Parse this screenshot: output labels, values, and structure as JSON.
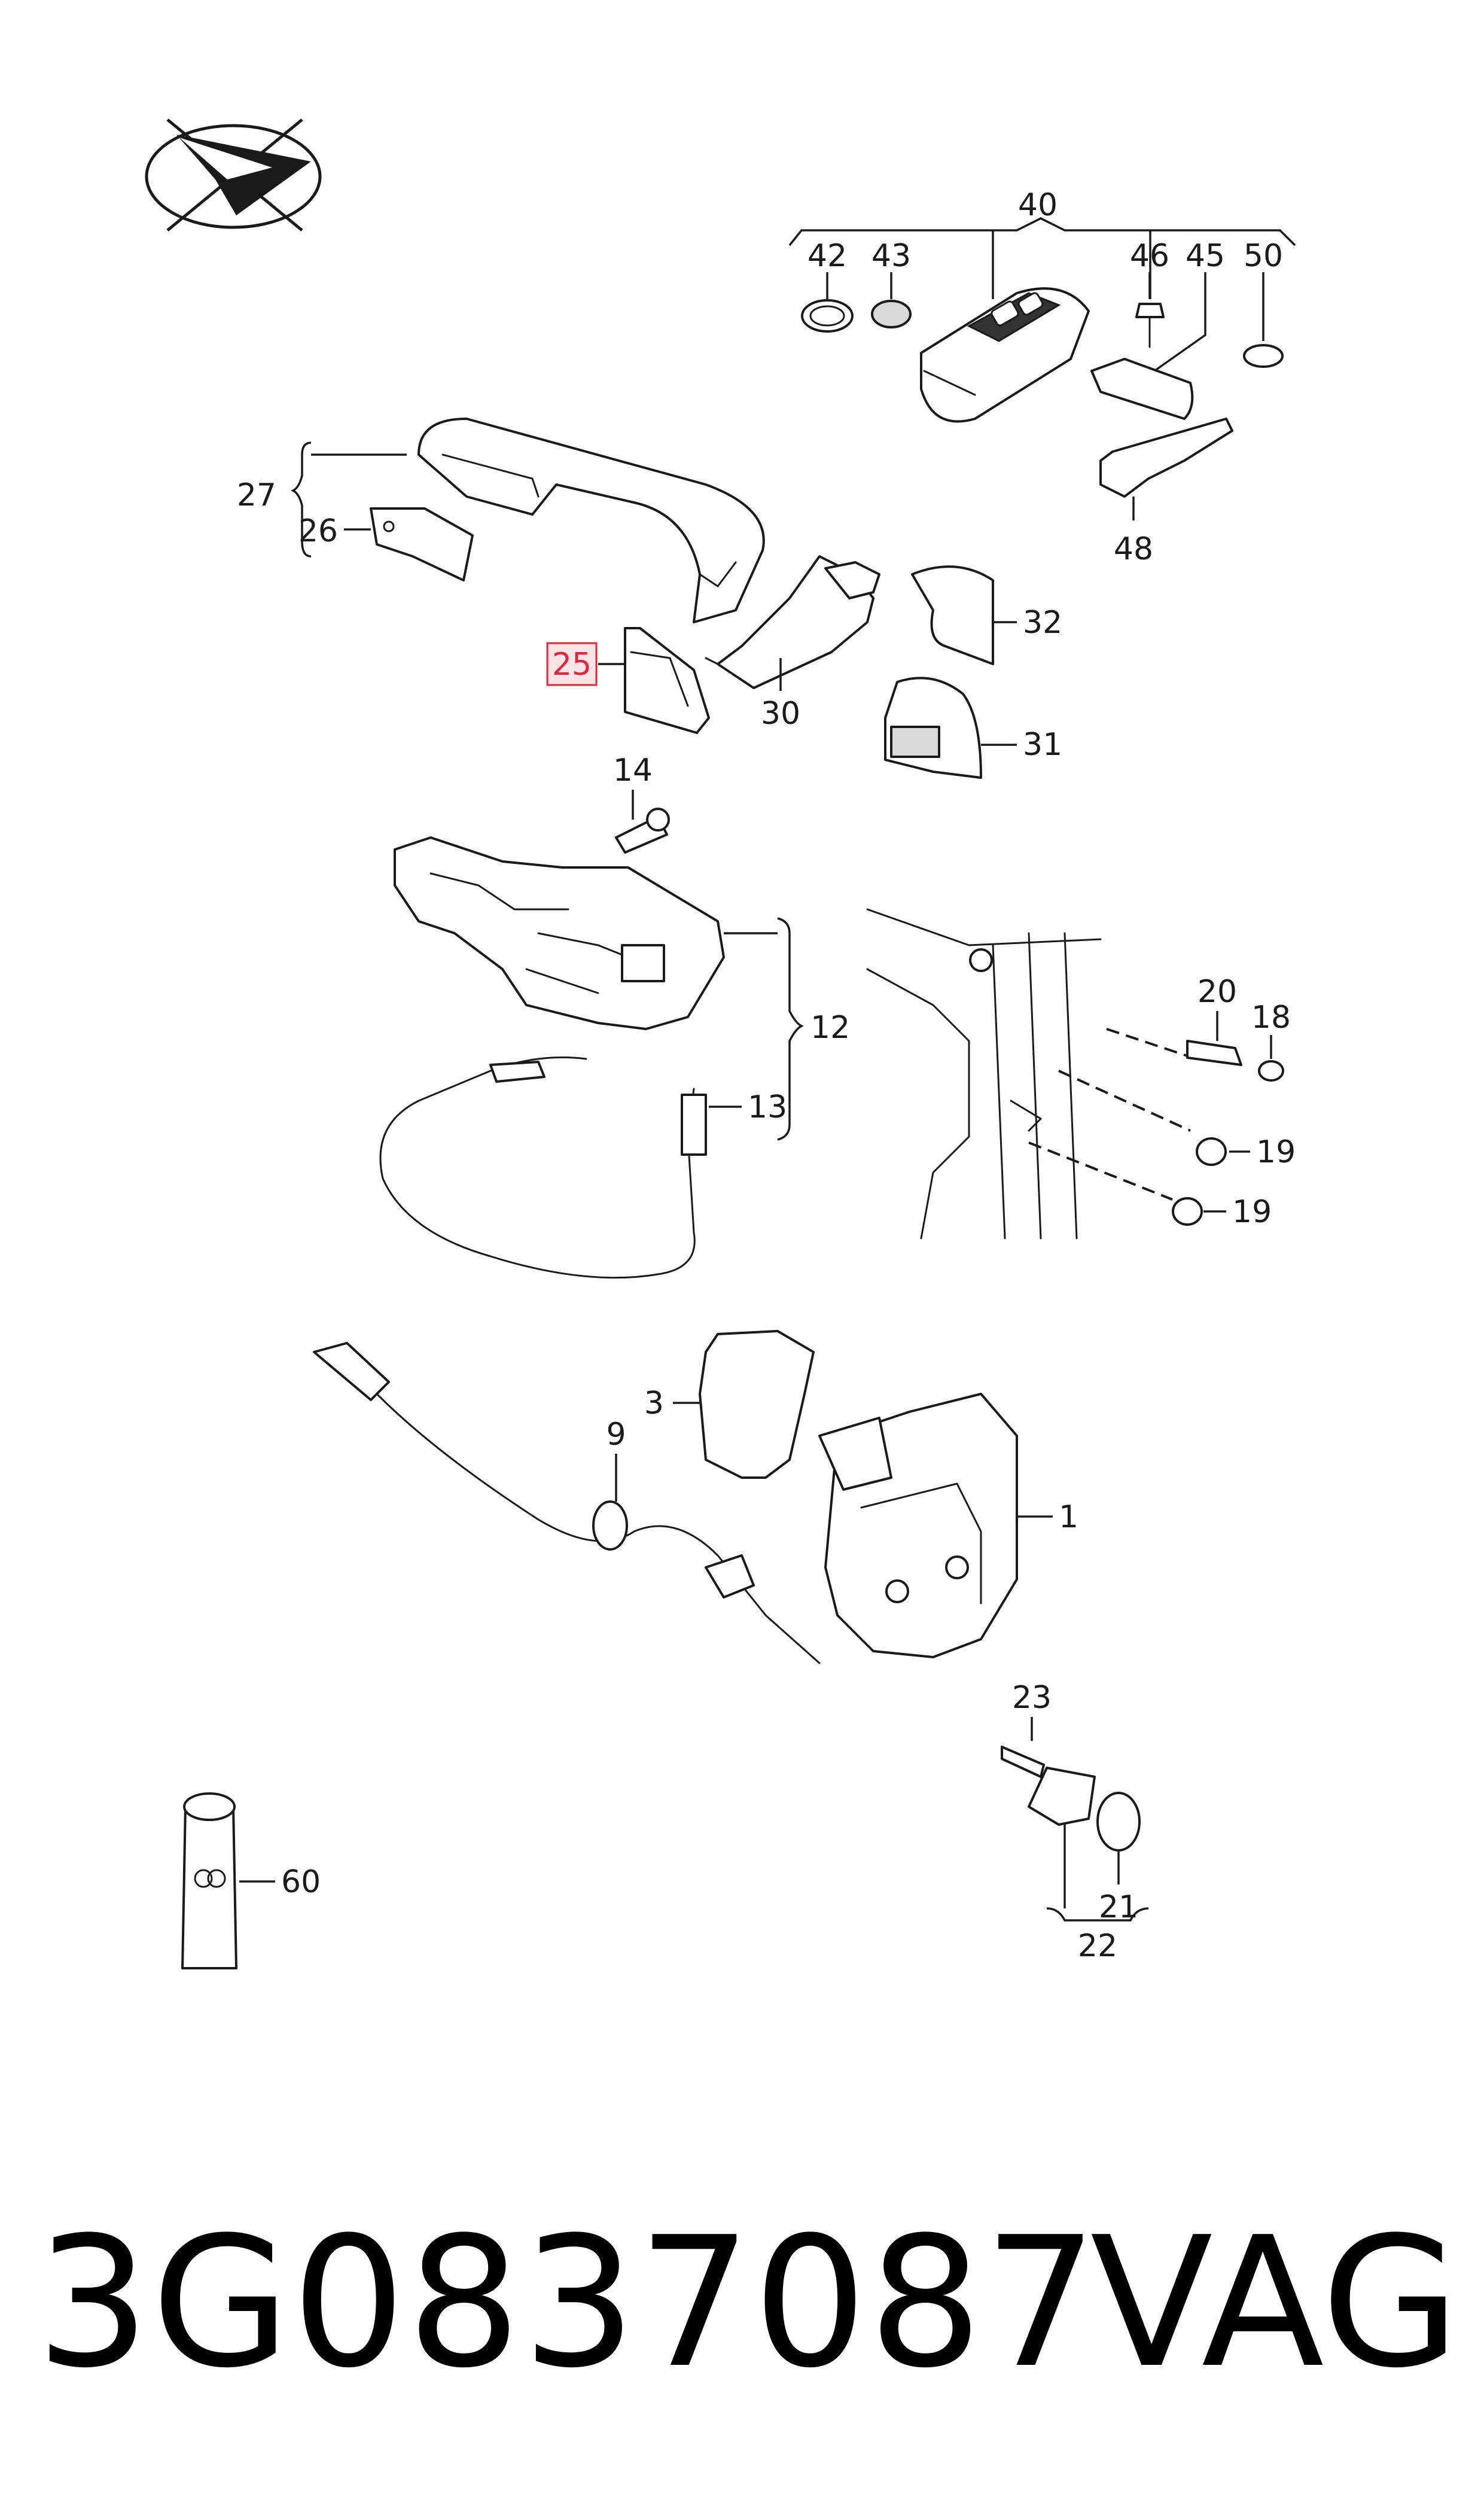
{
  "diagram": {
    "callouts": {
      "c1": "1",
      "c3": "3",
      "c9": "9",
      "c12": "12",
      "c13": "13",
      "c14": "14",
      "c18": "18",
      "c19a": "19",
      "c19b": "19",
      "c20": "20",
      "c21": "21",
      "c22": "22",
      "c23": "23",
      "c25": "25",
      "c26": "26",
      "c27": "27",
      "c30": "30",
      "c31": "31",
      "c32": "32",
      "c40": "40",
      "c42": "42",
      "c43": "43",
      "c45": "45",
      "c46": "46",
      "c48": "48",
      "c50": "50",
      "c60": "60"
    },
    "highlighted_callout": "25",
    "highlight_color": "#e0263a",
    "logo_icon": "paper-plane-oval-logo"
  },
  "footer": {
    "part_number": "3G0837087",
    "brand": "VAG"
  }
}
